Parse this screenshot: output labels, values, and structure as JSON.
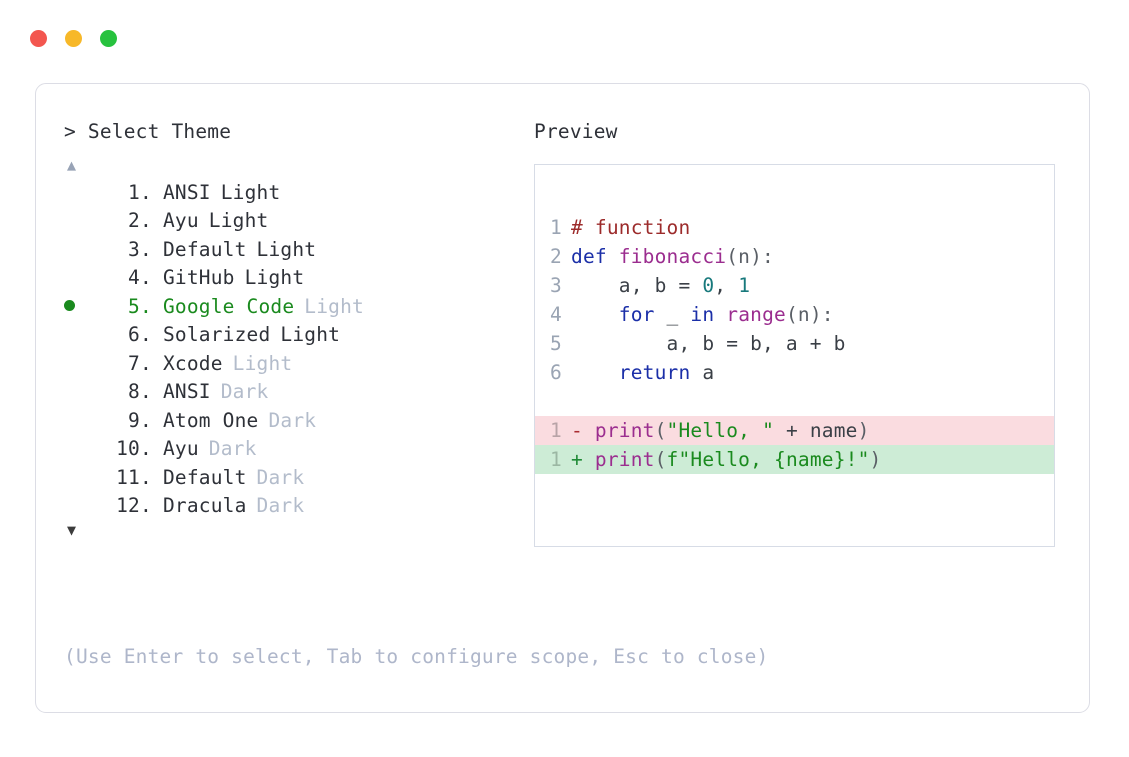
{
  "window": {
    "dots": [
      {
        "name": "close-button",
        "color": "#f3564f"
      },
      {
        "name": "minimize-button",
        "color": "#f7b829"
      },
      {
        "name": "maximize-button",
        "color": "#27c23e"
      }
    ]
  },
  "left": {
    "prompt": "> Select Theme",
    "scroll_up": "▲",
    "scroll_down": "▼",
    "selected_index": 5,
    "bullet": "●",
    "items": [
      {
        "index": "1",
        "sep": ".",
        "name": "ANSI",
        "variant": "Light",
        "variant_dim": false,
        "selected": false
      },
      {
        "index": "2",
        "sep": ".",
        "name": "Ayu",
        "variant": "Light",
        "variant_dim": false,
        "selected": false
      },
      {
        "index": "3",
        "sep": ".",
        "name": "Default",
        "variant": "Light",
        "variant_dim": false,
        "selected": false
      },
      {
        "index": "4",
        "sep": ".",
        "name": "GitHub",
        "variant": "Light",
        "variant_dim": false,
        "selected": false
      },
      {
        "index": "5",
        "sep": ".",
        "name": "Google Code",
        "variant": "Light",
        "variant_dim": true,
        "selected": true
      },
      {
        "index": "6",
        "sep": ".",
        "name": "Solarized",
        "variant": "Light",
        "variant_dim": false,
        "selected": false
      },
      {
        "index": "7",
        "sep": ".",
        "name": "Xcode",
        "variant": "Light",
        "variant_dim": true,
        "selected": false
      },
      {
        "index": "8",
        "sep": ".",
        "name": "ANSI",
        "variant": "Dark",
        "variant_dim": true,
        "selected": false
      },
      {
        "index": "9",
        "sep": ".",
        "name": "Atom One",
        "variant": "Dark",
        "variant_dim": true,
        "selected": false
      },
      {
        "index": "10",
        "sep": ".",
        "name": "Ayu",
        "variant": "Dark",
        "variant_dim": true,
        "selected": false
      },
      {
        "index": "11",
        "sep": ".",
        "name": "Default",
        "variant": "Dark",
        "variant_dim": true,
        "selected": false
      },
      {
        "index": "12",
        "sep": ".",
        "name": "Dracula",
        "variant": "Dark",
        "variant_dim": true,
        "selected": false
      }
    ],
    "hint": "(Use Enter to select, Tab to configure scope, Esc to close)"
  },
  "preview": {
    "label": "Preview",
    "code_lines": [
      {
        "num": "1",
        "kind": "code",
        "tokens": [
          {
            "t": "# function",
            "c": "comment"
          }
        ]
      },
      {
        "num": "2",
        "kind": "code",
        "tokens": [
          {
            "t": "def ",
            "c": "keyword"
          },
          {
            "t": "fibonacci",
            "c": "func"
          },
          {
            "t": "(n):",
            "c": "punct"
          }
        ]
      },
      {
        "num": "3",
        "kind": "code",
        "tokens": [
          {
            "t": "    a, b = ",
            "c": "plain"
          },
          {
            "t": "0",
            "c": "num"
          },
          {
            "t": ", ",
            "c": "plain"
          },
          {
            "t": "1",
            "c": "num"
          }
        ]
      },
      {
        "num": "4",
        "kind": "code",
        "tokens": [
          {
            "t": "    ",
            "c": "plain"
          },
          {
            "t": "for",
            "c": "keyword"
          },
          {
            "t": " _ ",
            "c": "plain"
          },
          {
            "t": "in",
            "c": "keyword"
          },
          {
            "t": " ",
            "c": "plain"
          },
          {
            "t": "range",
            "c": "func"
          },
          {
            "t": "(n):",
            "c": "punct"
          }
        ]
      },
      {
        "num": "5",
        "kind": "code",
        "tokens": [
          {
            "t": "        a, b = b, a + b",
            "c": "plain"
          }
        ]
      },
      {
        "num": "6",
        "kind": "code",
        "tokens": [
          {
            "t": "    ",
            "c": "plain"
          },
          {
            "t": "return",
            "c": "keyword"
          },
          {
            "t": " a",
            "c": "plain"
          }
        ]
      },
      {
        "num": "",
        "kind": "blank",
        "tokens": []
      },
      {
        "num": "1",
        "kind": "diff-del",
        "tokens": [
          {
            "t": "- ",
            "c": "mark-del"
          },
          {
            "t": "print",
            "c": "func"
          },
          {
            "t": "(",
            "c": "punct"
          },
          {
            "t": "\"Hello, \"",
            "c": "str"
          },
          {
            "t": " + name",
            "c": "plain"
          },
          {
            "t": ")",
            "c": "punct"
          }
        ]
      },
      {
        "num": "1",
        "kind": "diff-add",
        "tokens": [
          {
            "t": "+ ",
            "c": "mark-add"
          },
          {
            "t": "print",
            "c": "func"
          },
          {
            "t": "(",
            "c": "punct"
          },
          {
            "t": "f\"Hello, {name}!\"",
            "c": "str"
          },
          {
            "t": ")",
            "c": "punct"
          }
        ]
      }
    ]
  },
  "colors": {
    "accent_green": "#1a8a1e",
    "dim_text": "#b3bccb",
    "hint_text": "#aeb6ca",
    "panel_border": "#dcdde5",
    "code_border": "#d7dce6",
    "diff_del_bg": "#fadce0",
    "diff_add_bg": "#cdecd6"
  }
}
